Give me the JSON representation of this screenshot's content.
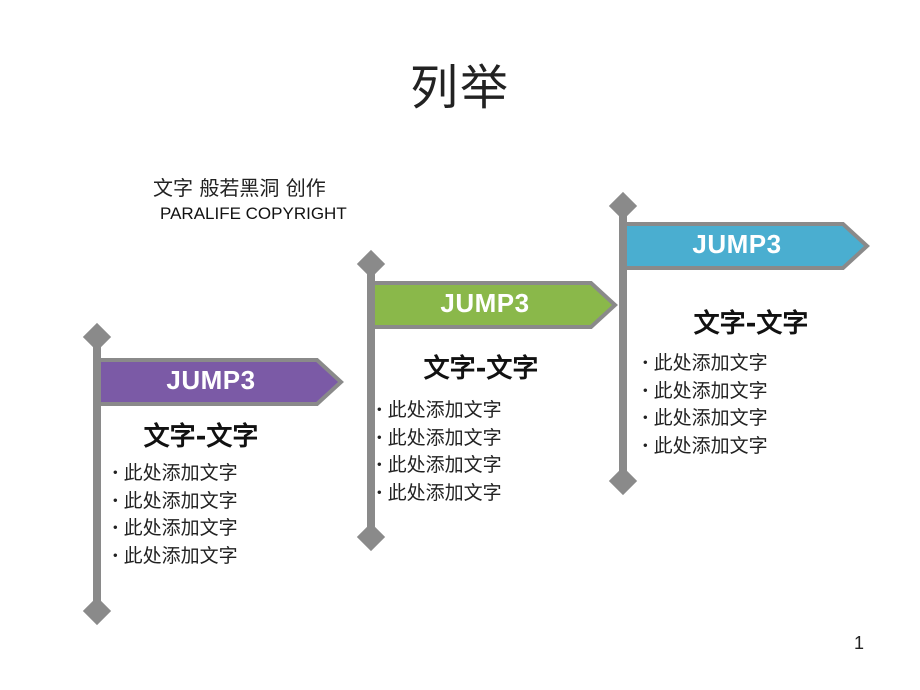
{
  "slide": {
    "title": "列举",
    "credit_cn": "文字 般若黑洞 创作",
    "credit_en": "PARALIFE COPYRIGHT",
    "page_number": "1"
  },
  "flags": [
    {
      "banner_label": "JUMP3",
      "banner_color": "#7b5aa6",
      "heading": "文字-文字",
      "items": [
        "此处添加文字",
        "此处添加文字",
        "此处添加文字",
        "此处添加文字"
      ]
    },
    {
      "banner_label": "JUMP3",
      "banner_color": "#8ab84a",
      "heading": "文字-文字",
      "items": [
        "此处添加文字",
        "此处添加文字",
        "此处添加文字",
        "此处添加文字"
      ]
    },
    {
      "banner_label": "JUMP3",
      "banner_color": "#4aaed0",
      "heading": "文字-文字",
      "items": [
        "此处添加文字",
        "此处添加文字",
        "此处添加文字",
        "此处添加文字"
      ]
    }
  ],
  "colors": {
    "pole": "#8a8a8a",
    "banner_border": "#8a8a8a"
  }
}
